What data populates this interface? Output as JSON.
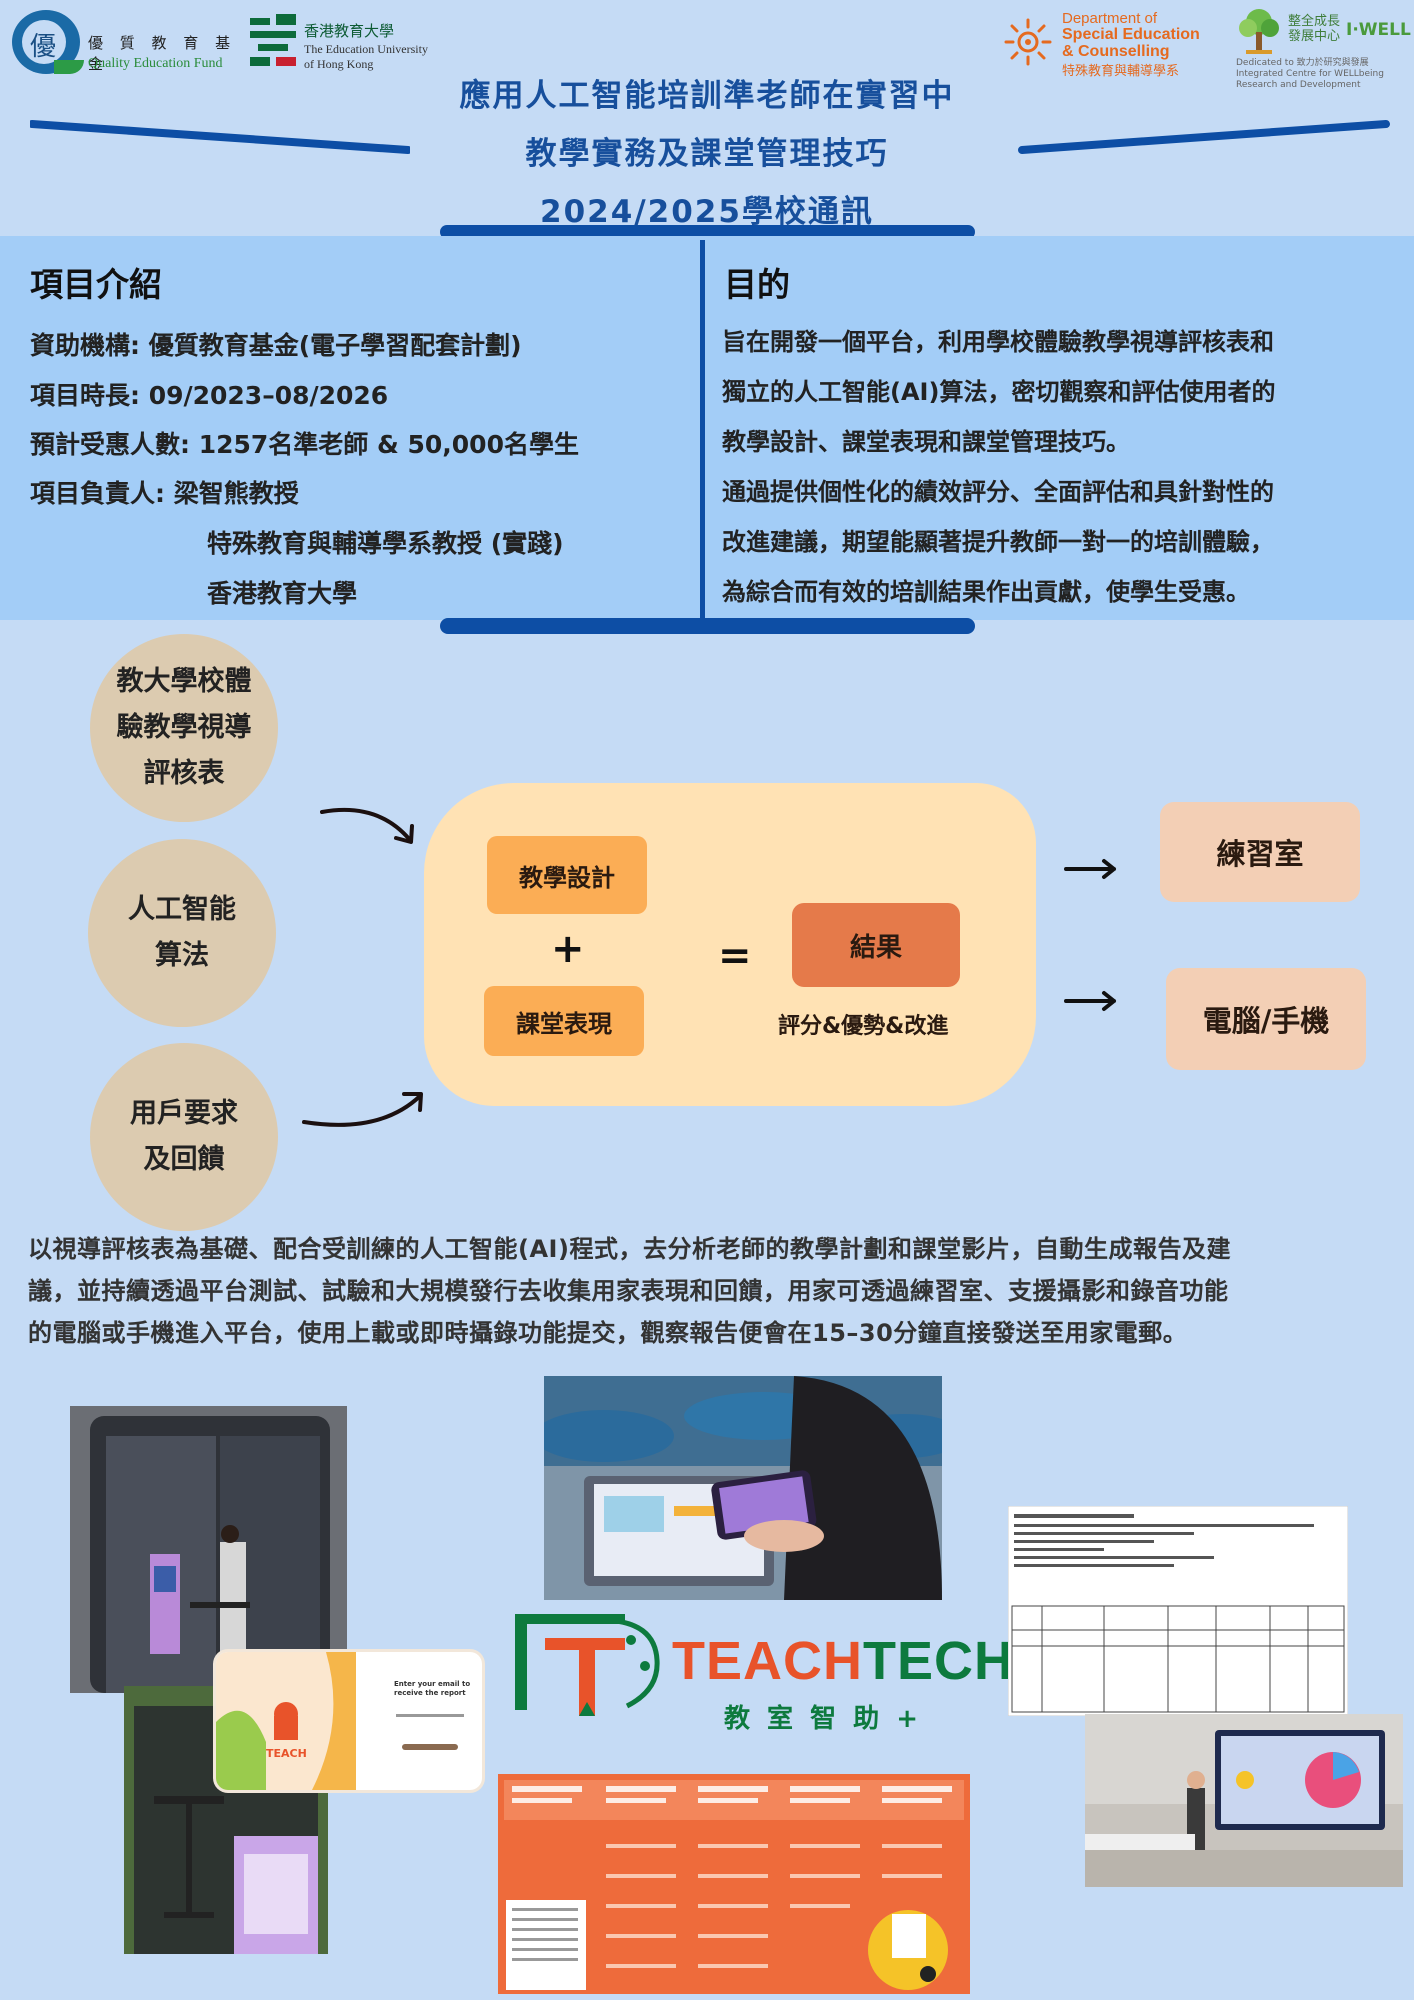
{
  "logos": {
    "qef": {
      "zh": "優 質 教 育 基 金",
      "en": "Quality Education Fund",
      "mark_char": "優"
    },
    "eduhk": {
      "zh": "香港教育大學",
      "en_line1": "The Education University",
      "en_line2": "of Hong Kong"
    },
    "sec": {
      "line1": "Department of",
      "line2": "Special Education",
      "line3": "& Counselling",
      "line4": "特殊教育與輔導學系"
    },
    "iwell": {
      "zh1": "整全成長",
      "zh2": "發展中心",
      "brand": "I·WELL",
      "en1": "Dedicated to 致力於研究與發展",
      "en2": "Integrated Centre for WELLbeing",
      "en3": "Research and Development"
    }
  },
  "title": {
    "line1": "應用人工智能培訓準老師在實習中",
    "line2": "教學實務及課堂管理技巧",
    "line3": "2024/2025學校通訊"
  },
  "intro": {
    "heading": "項目介紹",
    "funder": "資助機構: 優質教育基金(電子學習配套計劃)",
    "duration": "項目時長: 09/2023–08/2026",
    "beneficiaries": "預計受惠人數: 1257名準老師 & 50,000名學生",
    "lead": "項目負責人: 梁智熊教授",
    "lead_title": "特殊教育與輔導學系教授 (實踐)",
    "lead_org": "香港教育大學"
  },
  "purpose": {
    "heading": "目的",
    "p1_l1": "旨在開發一個平台，利用學校體驗教學視導評核表和",
    "p1_l2": "獨立的人工智能(AI)算法，密切觀察和評估使用者的",
    "p1_l3": "教學設計、課堂表現和課堂管理技巧。",
    "p2_l1": "通過提供個性化的績效評分、全面評估和具針對性的",
    "p2_l2": "改進建議，期望能顯著提升教師一對一的培訓體驗，",
    "p2_l3": "為綜合而有效的培訓結果作出貢獻，使學生受惠。"
  },
  "diagram": {
    "input1_l1": "教大學校體",
    "input1_l2": "驗教學視導",
    "input1_l3": "評核表",
    "input2_l1": "人工智能",
    "input2_l2": "算法",
    "input3_l1": "用戶要求",
    "input3_l2": "及回饋",
    "design": "教學設計",
    "plus": "+",
    "performance": "課堂表現",
    "equals": "=",
    "result": "結果",
    "result_sub": "評分&優勢&改進",
    "output1": "練習室",
    "output2": "電腦/手機"
  },
  "description": {
    "l1": "以視導評核表為基礎、配合受訓練的人工智能(AI)程式，去分析老師的教學計劃和課堂影片，自動生成報告及建",
    "l2": "議，並持續透過平台測試、試驗和大規模發行去收集用家表現和回饋，用家可透過練習室、支援攝影和錄音功能",
    "l3": "的電腦或手機進入平台，使用上載或即時攝錄功能提交，觀察報告便會在15–30分鐘直接發送至用家電郵。"
  },
  "brand": {
    "teach": "TEACH",
    "tech": "TECH",
    "plus": "+",
    "zh": "教 室 智 助 +"
  },
  "screen": {
    "email_prompt": "Enter your email to receive the report"
  },
  "colors": {
    "title": "#174f9c",
    "band": "#a3cdf7",
    "accent_bar": "#0d4ea5",
    "blob": "#ffe2b4",
    "chip": "#fbad55",
    "result": "#e57a4a",
    "output": "#f3cfb5",
    "circle": "#dccbb0",
    "brand_orange": "#e8532a",
    "brand_green": "#0d7a3e"
  }
}
